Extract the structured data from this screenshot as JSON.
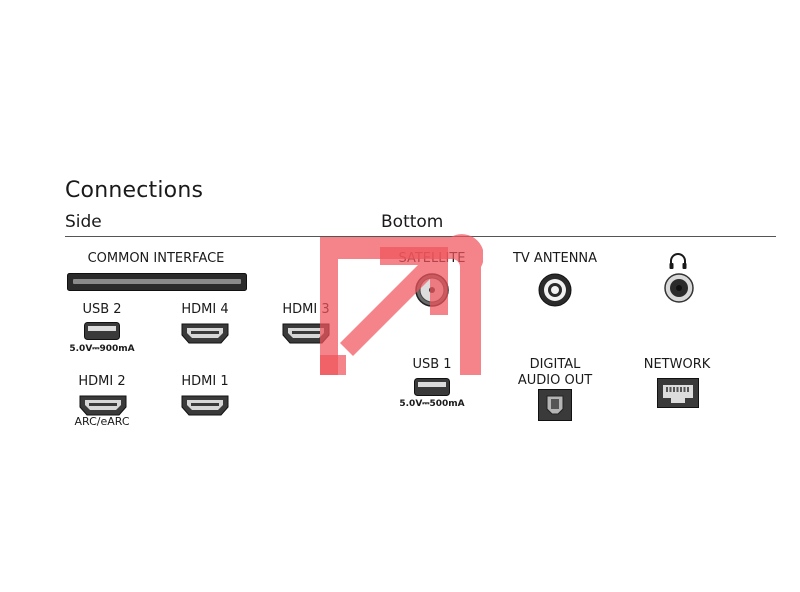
{
  "heading": "Connections",
  "sections": {
    "side": "Side",
    "bottom": "Bottom"
  },
  "ports": {
    "common_interface": "COMMON INTERFACE",
    "usb2": {
      "label": "USB 2",
      "rating": "5.0V⎓900mA"
    },
    "hdmi4": "HDMI 4",
    "hdmi3": "HDMI 3",
    "hdmi2": {
      "label": "HDMI 2",
      "note": "ARC/eARC"
    },
    "hdmi1": "HDMI 1",
    "satellite": "SATELLITE",
    "tv_antenna": "TV ANTENNA",
    "headphone_icon": "headphone-icon",
    "usb1": {
      "label": "USB 1",
      "rating": "5.0V⎓500mA"
    },
    "digital_audio_out": [
      "DIGITAL",
      "AUDIO OUT"
    ],
    "network": "NETWORK"
  },
  "colors": {
    "highlight": "#f0555b",
    "port_dark": "#2b2b2b"
  }
}
